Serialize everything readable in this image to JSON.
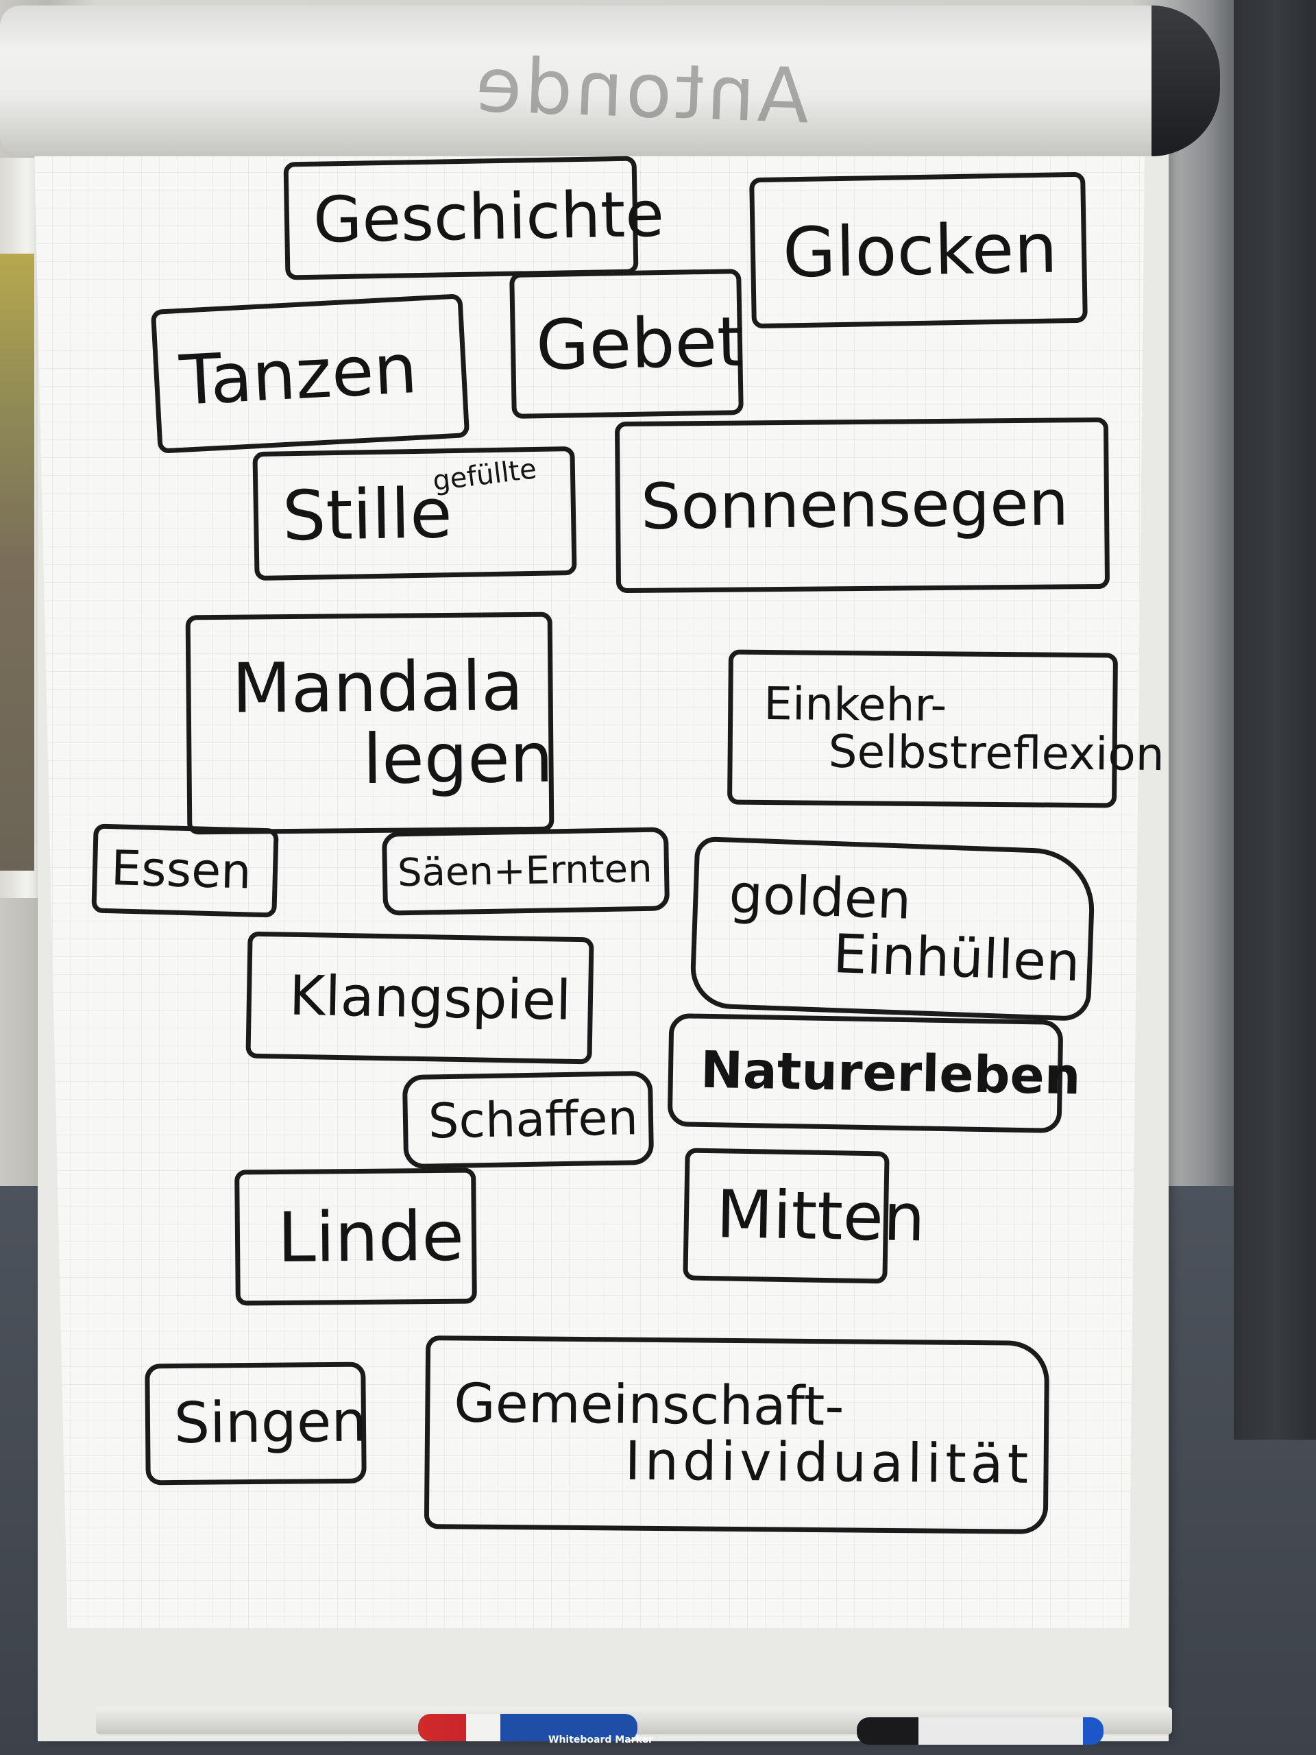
{
  "roll_text": "Antonde",
  "cards": [
    {
      "id": "geschichte",
      "lines": [
        "Geschichte"
      ]
    },
    {
      "id": "glocken",
      "lines": [
        "Glocken"
      ]
    },
    {
      "id": "tanzen",
      "lines": [
        "Tanzen"
      ]
    },
    {
      "id": "gebet",
      "lines": [
        "Gebet"
      ]
    },
    {
      "id": "stille",
      "lines": [
        "Stille"
      ],
      "superscript": "gefüllte"
    },
    {
      "id": "sonnensegen",
      "lines": [
        "Sonnensegen"
      ]
    },
    {
      "id": "mandala",
      "lines": [
        "Mandala",
        "legen"
      ]
    },
    {
      "id": "einkehr",
      "lines": [
        "Einkehr-",
        "Selbstreflexion"
      ]
    },
    {
      "id": "essen",
      "lines": [
        "Essen"
      ]
    },
    {
      "id": "saen",
      "lines": [
        "Säen+Ernten"
      ]
    },
    {
      "id": "golden",
      "lines": [
        "golden",
        "Einhüllen"
      ]
    },
    {
      "id": "klangspiel",
      "lines": [
        "Klangspiel"
      ]
    },
    {
      "id": "naturerleben",
      "lines": [
        "Naturerleben"
      ]
    },
    {
      "id": "schaffen",
      "lines": [
        "Schaffen"
      ]
    },
    {
      "id": "mitte",
      "lines": [
        "Mitten"
      ]
    },
    {
      "id": "linde",
      "lines": [
        "Linde"
      ]
    },
    {
      "id": "singen",
      "lines": [
        "Singen"
      ]
    },
    {
      "id": "gemeinschaft",
      "lines": [
        "Gemeinschaft-",
        "Individualität"
      ]
    }
  ],
  "pen_label": "Whiteboard Marker"
}
